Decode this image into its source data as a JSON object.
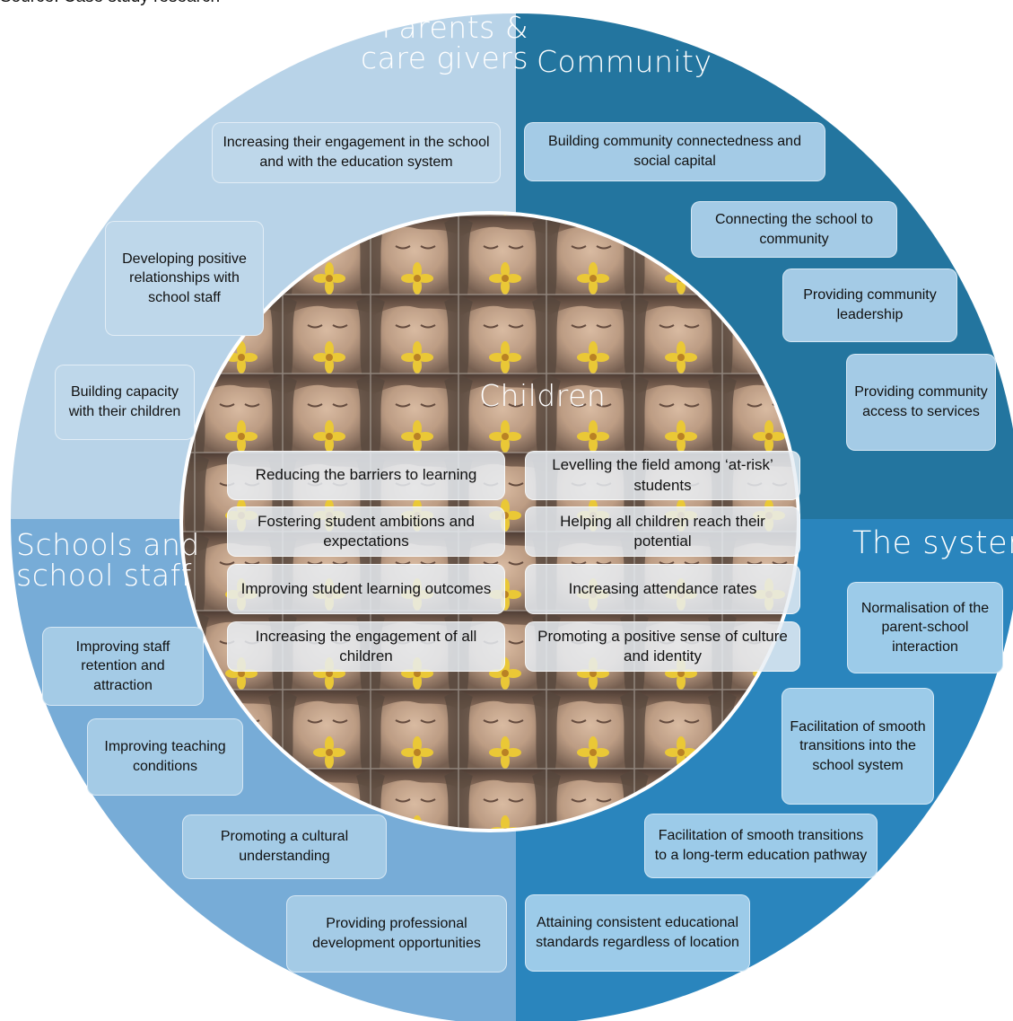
{
  "source_note": "Source: Case study research",
  "quadrants": {
    "parents": {
      "title_line1": "Parents &",
      "title_line2": "care givers",
      "color": "#b8d3e8",
      "items": [
        "Increasing their engagement in the school and with the education system",
        "Developing positive relationships with school staff",
        "Building capacity with their children"
      ]
    },
    "community": {
      "title": "Community",
      "color": "#23759f",
      "items": [
        "Building community connectedness and social capital",
        "Connecting the school to community",
        "Providing community leadership",
        "Providing community access to services"
      ]
    },
    "schools": {
      "title_line1": "Schools and",
      "title_line2": "school staff",
      "color": "#77acd7",
      "items": [
        "Improving staff retention and attraction",
        "Improving teaching conditions",
        "Promoting a cultural understanding",
        "Providing professional development opportunities"
      ]
    },
    "system": {
      "title": "The system",
      "color": "#2a85bd",
      "items": [
        "Normalisation of the parent-school interaction",
        "Facilitation of smooth transitions into the school system",
        "Facilitation of smooth transitions to a long-term education pathway",
        "Attaining consistent educational standards regardless of location"
      ]
    }
  },
  "children": {
    "title": "Children",
    "left_items": [
      "Reducing the barriers to learning",
      "Fostering student ambitions and expectations",
      "Improving student learning outcomes",
      "Increasing the engagement of all children"
    ],
    "right_items": [
      "Levelling the field among ‘at-risk’ students",
      "Helping all children reach their potential",
      "Increasing attendance rates",
      "Promoting a positive sense of culture and identity"
    ]
  }
}
